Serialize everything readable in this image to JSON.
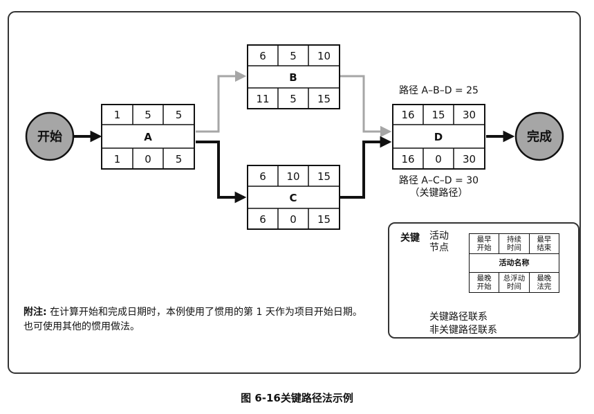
{
  "caption": "图 6-16关键路径法示例",
  "start_label": "开始",
  "finish_label": "完成",
  "nodes": {
    "A": {
      "top": [
        "1",
        "5",
        "5"
      ],
      "name": "A",
      "bottom": [
        "1",
        "0",
        "5"
      ]
    },
    "B": {
      "top": [
        "6",
        "5",
        "10"
      ],
      "name": "B",
      "bottom": [
        "11",
        "5",
        "15"
      ]
    },
    "C": {
      "top": [
        "6",
        "10",
        "15"
      ],
      "name": "C",
      "bottom": [
        "6",
        "0",
        "15"
      ]
    },
    "D": {
      "top": [
        "16",
        "15",
        "30"
      ],
      "name": "D",
      "bottom": [
        "16",
        "0",
        "30"
      ]
    }
  },
  "paths": {
    "abd": "路径 A–B–D = 25",
    "acd_line1": "路径 A–C–D = 30",
    "acd_line2": "（关键路径）"
  },
  "note": {
    "label": "附注:",
    "text": "在计算开始和完成日期时，本例使用了惯用的第 1 天作为项目开始日期。也可使用其他的惯用做法。"
  },
  "legend": {
    "key": "关键",
    "node_label_line1": "活动",
    "node_label_line2": "节点",
    "top_cells": [
      [
        "最早",
        "开始"
      ],
      [
        "持续",
        "时间"
      ],
      [
        "最早",
        "结束"
      ]
    ],
    "middle": "活动名称",
    "bottom_cells": [
      [
        "最晚",
        "开始"
      ],
      [
        "总浮动",
        "时间"
      ],
      [
        "最晚",
        "法完"
      ]
    ],
    "critical_link": "关键路径联系",
    "noncritical_link": "非关键路径联系"
  },
  "colors": {
    "critical": "#111111",
    "noncritical": "#a6a6a6",
    "circle_fill": "#a6a6a6",
    "frame": "#333333"
  }
}
